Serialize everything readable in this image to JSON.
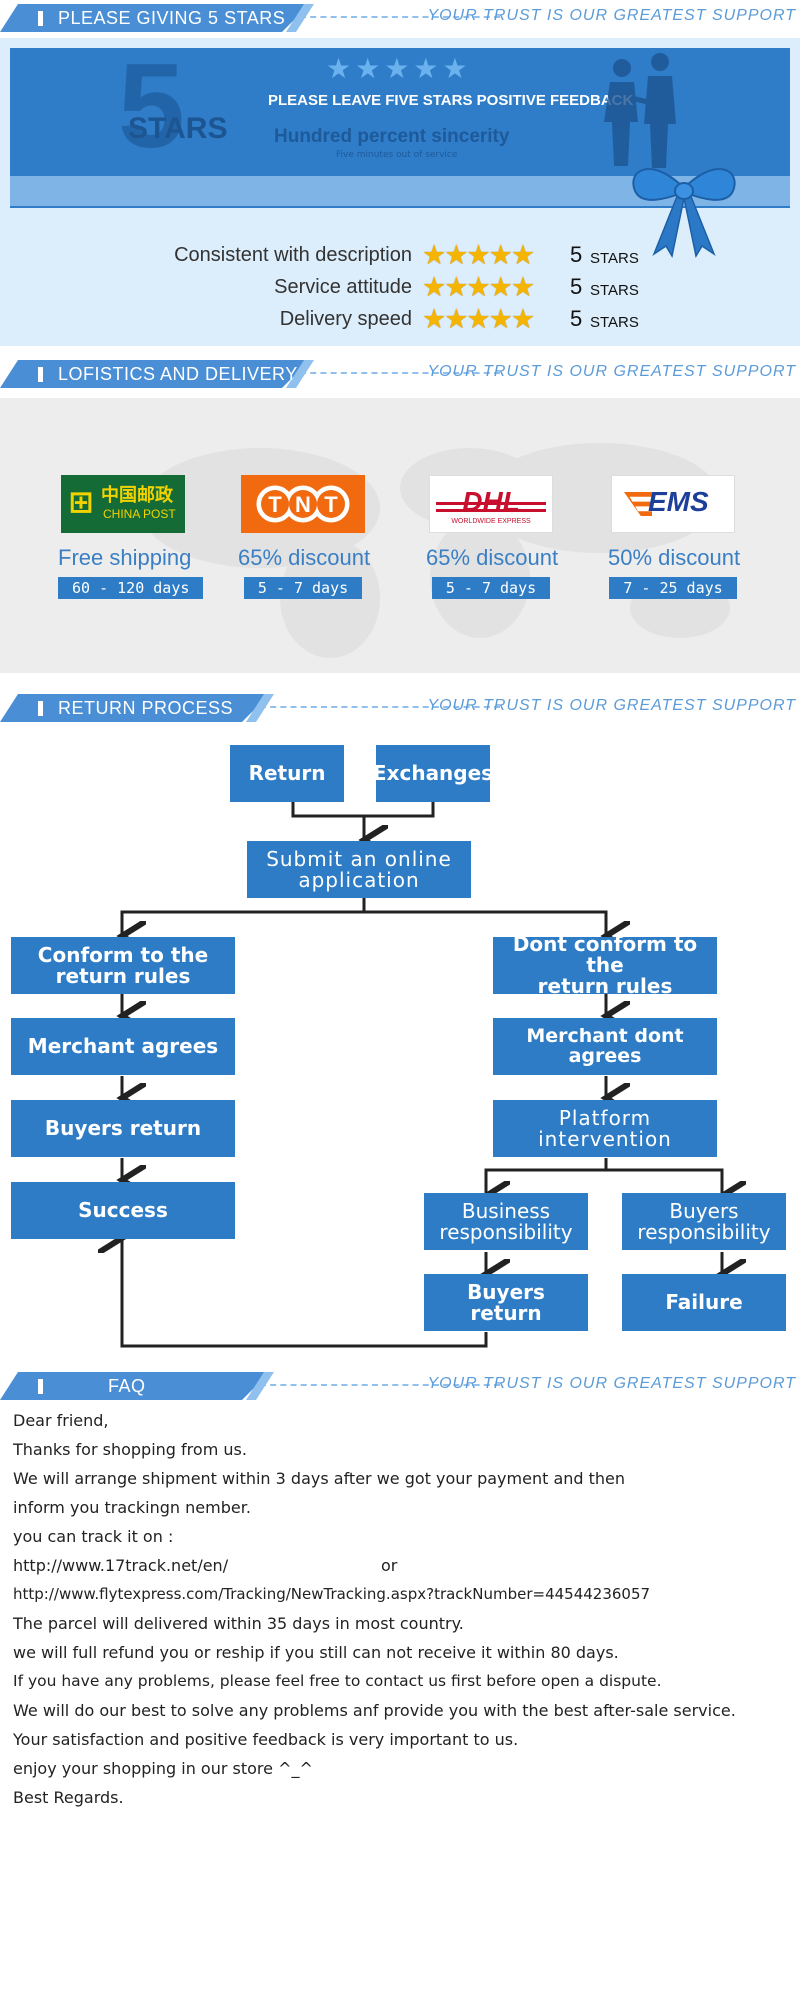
{
  "header_slogan": "YOUR TRUST IS OUR GREATEST SUPPORT",
  "colors": {
    "primary": "#2e7cc6",
    "star": "#f4b400",
    "light_bg": "#dcedfb"
  },
  "stars_section": {
    "title": "PLEASE GIVING 5 STARS",
    "big_number": "5",
    "big_word": "STARS",
    "banner_line1": "PLEASE LEAVE FIVE STARS  POSITIVE FEEDBACK",
    "banner_line2": "Hundred percent sincerity",
    "banner_line3": "Five minutes out of service",
    "ratings": [
      {
        "label": "Consistent with description",
        "stars": 5,
        "value": "5",
        "unit": "STARS"
      },
      {
        "label": "Service attitude",
        "stars": 5,
        "value": "5",
        "unit": "STARS"
      },
      {
        "label": "Delivery speed",
        "stars": 5,
        "value": "5",
        "unit": "STARS"
      }
    ]
  },
  "logistics_section": {
    "title": "LOFISTICS AND DELIVERY",
    "carriers": [
      {
        "logo_cn": "中国邮政",
        "logo_en": "CHINA POST",
        "discount": "Free shipping",
        "days": "60 - 120 days"
      },
      {
        "logo_text": "TNT",
        "discount": "65% discount",
        "days": "5 - 7 days"
      },
      {
        "logo_text": "DHL",
        "logo_sub": "WORLDWIDE EXPRESS",
        "discount": "65% discount",
        "days": "5 - 7 days"
      },
      {
        "logo_text": "EMS",
        "discount": "50% discount",
        "days": "7 - 25 days"
      }
    ]
  },
  "return_section": {
    "title": "RETURN PROCESS",
    "boxes": {
      "return": "Return",
      "exchanges": "Exchanges",
      "submit_l1": "Submit an online",
      "submit_l2": "application",
      "conform_l1": "Conform to the",
      "conform_l2": "return rules",
      "dont_conform_l1": "Dont conform to the",
      "dont_conform_l2": "return rules",
      "merchant_agrees": "Merchant agrees",
      "merchant_dont": "Merchant dont agrees",
      "buyers_return_left": "Buyers return",
      "platform_l1": "Platform",
      "platform_l2": "intervention",
      "success": "Success",
      "business_l1": "Business",
      "business_l2": "responsibility",
      "buyers_resp_l1": "Buyers",
      "buyers_resp_l2": "responsibility",
      "buyers_return_r1": "Buyers",
      "buyers_return_r2": "return",
      "failure": "Failure"
    }
  },
  "faq_section": {
    "title": "FAQ",
    "lines": [
      "Dear friend,",
      "Thanks for shopping from us.",
      "We will arrange shipment within 3 days after we got your payment and then",
      "inform you trackingn nember.",
      "you can track it on :",
      "http://www.17track.net/en/",
      "or",
      "http://www.flytexpress.com/Tracking/NewTracking.aspx?trackNumber=44544236057",
      "The parcel will delivered within 35 days in most country.",
      "we will full refund you or reship if you still can not receive it within 80 days.",
      "If you have any problems, please feel free to contact us first before open a dispute.",
      "We will do our best to solve any problems anf provide you with the best after-sale service.",
      "Your satisfaction and positive feedback is very important to us.",
      "enjoy your shopping in our store ^_^",
      "Best Regards."
    ]
  }
}
